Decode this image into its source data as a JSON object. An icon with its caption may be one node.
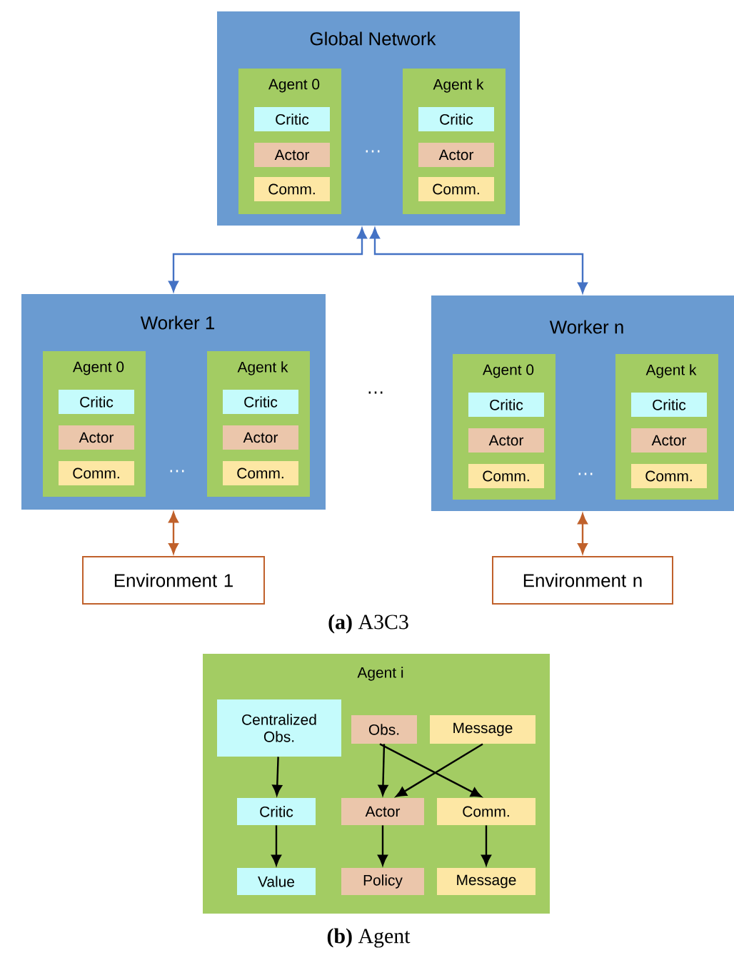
{
  "diagram": {
    "nodes": [
      {
        "text": [
          "Global Network"
        ]
      },
      {
        "text": [
          "Agent 0"
        ],
        "in": 0
      },
      {
        "text": [
          "Critic"
        ],
        "in": 1
      },
      {
        "text": [
          "Actor"
        ],
        "in": 1
      },
      {
        "text": [
          "Comm."
        ],
        "in": 1
      },
      {
        "text": [
          "Agent k"
        ],
        "in": 0
      },
      {
        "text": [
          "Critic"
        ],
        "in": 5
      },
      {
        "text": [
          "Actor"
        ],
        "in": 5
      },
      {
        "text": [
          "Comm."
        ],
        "in": 5
      },
      {
        "text": [
          "Worker 1"
        ]
      },
      {
        "text": [
          "Agent 0"
        ],
        "in": 9
      },
      {
        "text": [
          "Critic"
        ],
        "in": 10
      },
      {
        "text": [
          "Actor"
        ],
        "in": 10
      },
      {
        "text": [
          "Comm."
        ],
        "in": 10
      },
      {
        "text": [
          "Agent k"
        ],
        "in": 9
      },
      {
        "text": [
          "Critic"
        ],
        "in": 14
      },
      {
        "text": [
          "Actor"
        ],
        "in": 14
      },
      {
        "text": [
          "Comm."
        ],
        "in": 14
      },
      {
        "text": [
          "Worker n"
        ]
      },
      {
        "text": [
          "Agent 0"
        ],
        "in": 18
      },
      {
        "text": [
          "Critic"
        ],
        "in": 19
      },
      {
        "text": [
          "Actor"
        ],
        "in": 19
      },
      {
        "text": [
          "Comm."
        ],
        "in": 19
      },
      {
        "text": [
          "Agent k"
        ],
        "in": 18
      },
      {
        "text": [
          "Critic"
        ],
        "in": 23
      },
      {
        "text": [
          "Actor"
        ],
        "in": 23
      },
      {
        "text": [
          "Comm."
        ],
        "in": 23
      },
      {
        "text": [
          "Environment 1"
        ]
      },
      {
        "text": [
          "Environment n"
        ]
      },
      {
        "text": [
          "Agent i"
        ]
      },
      {
        "text": [
          "Centralized Obs."
        ],
        "in": 29
      },
      {
        "text": [
          "Obs."
        ],
        "in": 29
      },
      {
        "text": [
          "Message"
        ],
        "in": 29
      },
      {
        "text": [
          "Critic"
        ],
        "in": 29
      },
      {
        "text": [
          "Actor"
        ],
        "in": 29
      },
      {
        "text": [
          "Comm."
        ],
        "in": 29
      },
      {
        "text": [
          "Value"
        ],
        "in": 29
      },
      {
        "text": [
          "Policy"
        ],
        "in": 29
      },
      {
        "text": [
          "Message"
        ],
        "in": 29
      }
    ],
    "edges": [
      {
        "from": 9,
        "to": 0,
        "arrow": "both",
        "color": "#4472c4"
      },
      {
        "from": 18,
        "to": 0,
        "arrow": "both",
        "color": "#4472c4"
      },
      {
        "from": 9,
        "to": 27,
        "arrow": "both",
        "color": "#c0612b"
      },
      {
        "from": 18,
        "to": 28,
        "arrow": "both",
        "color": "#c0612b"
      },
      {
        "from": 30,
        "to": 33,
        "arrow": "to"
      },
      {
        "from": 33,
        "to": 36,
        "arrow": "to"
      },
      {
        "from": 31,
        "to": 34,
        "arrow": "to"
      },
      {
        "from": 32,
        "to": 34,
        "arrow": "to"
      },
      {
        "from": 31,
        "to": 35,
        "arrow": "to"
      },
      {
        "from": 34,
        "to": 37,
        "arrow": "to"
      },
      {
        "from": 35,
        "to": 38,
        "arrow": "to"
      }
    ],
    "labels": [
      "…",
      "…",
      "…",
      "…",
      "**(a)** A3C3",
      "**(b)** Agent"
    ]
  }
}
